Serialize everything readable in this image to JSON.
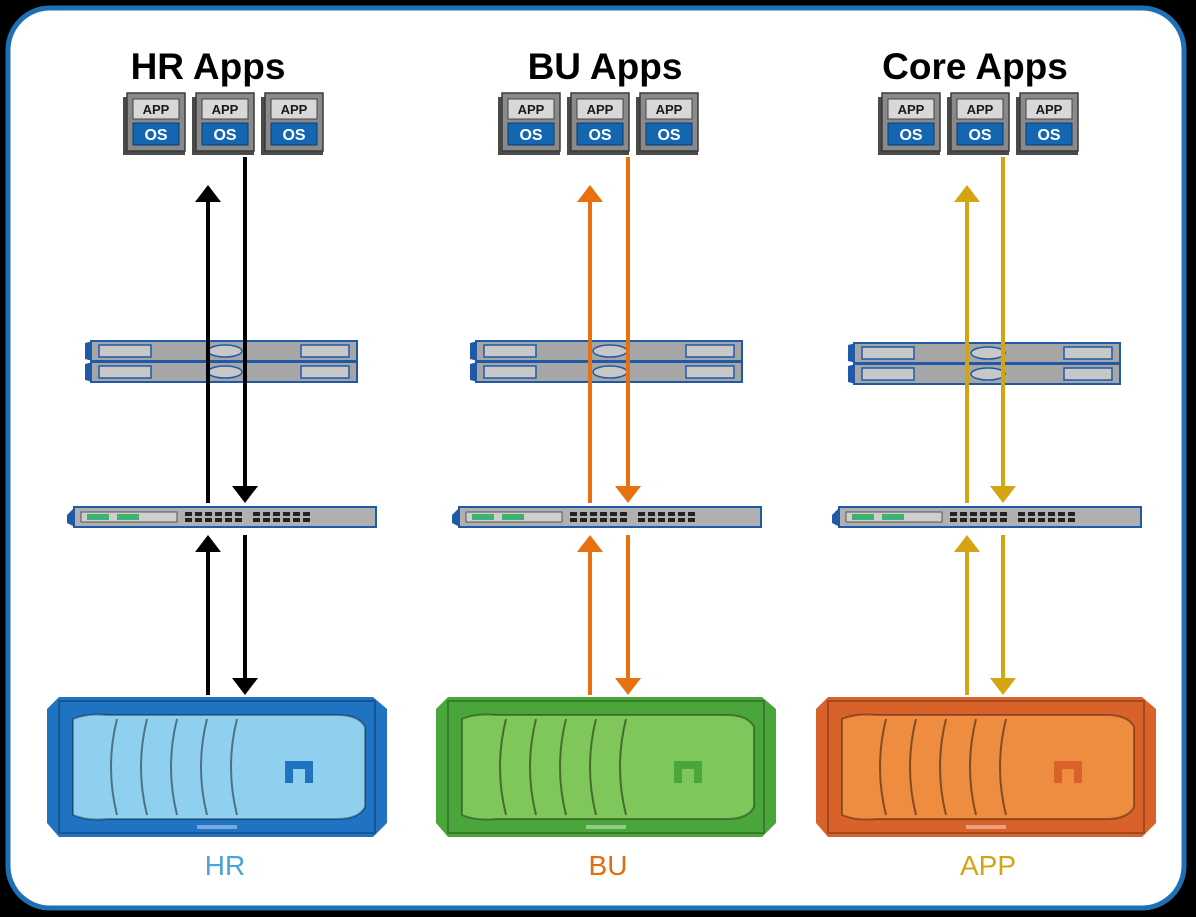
{
  "columns": [
    {
      "id": "hr",
      "title": "HR Apps",
      "label": "HR",
      "label_color": "#4aa3d9",
      "arrow_color": "#000000",
      "storage_color": "#1f73c2",
      "storage_light": "#8fd0ef",
      "vms": [
        {
          "app": "APP",
          "os": "OS"
        },
        {
          "app": "APP",
          "os": "OS"
        },
        {
          "app": "APP",
          "os": "OS"
        }
      ]
    },
    {
      "id": "bu",
      "title": "BU Apps",
      "label": "BU",
      "label_color": "#e46c0a",
      "arrow_color": "#e8700f",
      "storage_color": "#4aa63a",
      "storage_light": "#7fc75a",
      "vms": [
        {
          "app": "APP",
          "os": "OS"
        },
        {
          "app": "APP",
          "os": "OS"
        },
        {
          "app": "APP",
          "os": "OS"
        }
      ]
    },
    {
      "id": "core",
      "title": "Core Apps",
      "label": "APP",
      "label_color": "#d4a412",
      "arrow_color": "#d4a412",
      "storage_color": "#d9622b",
      "storage_light": "#ee8c40",
      "vms": [
        {
          "app": "APP",
          "os": "OS"
        },
        {
          "app": "APP",
          "os": "OS"
        },
        {
          "app": "APP",
          "os": "OS"
        }
      ]
    }
  ],
  "colors": {
    "background": "#000000",
    "frame_border": "#1e6fb5",
    "frame_fill": "#ffffff",
    "device_gray": "#a0a0a0",
    "device_blue": "#1e5aa8"
  }
}
